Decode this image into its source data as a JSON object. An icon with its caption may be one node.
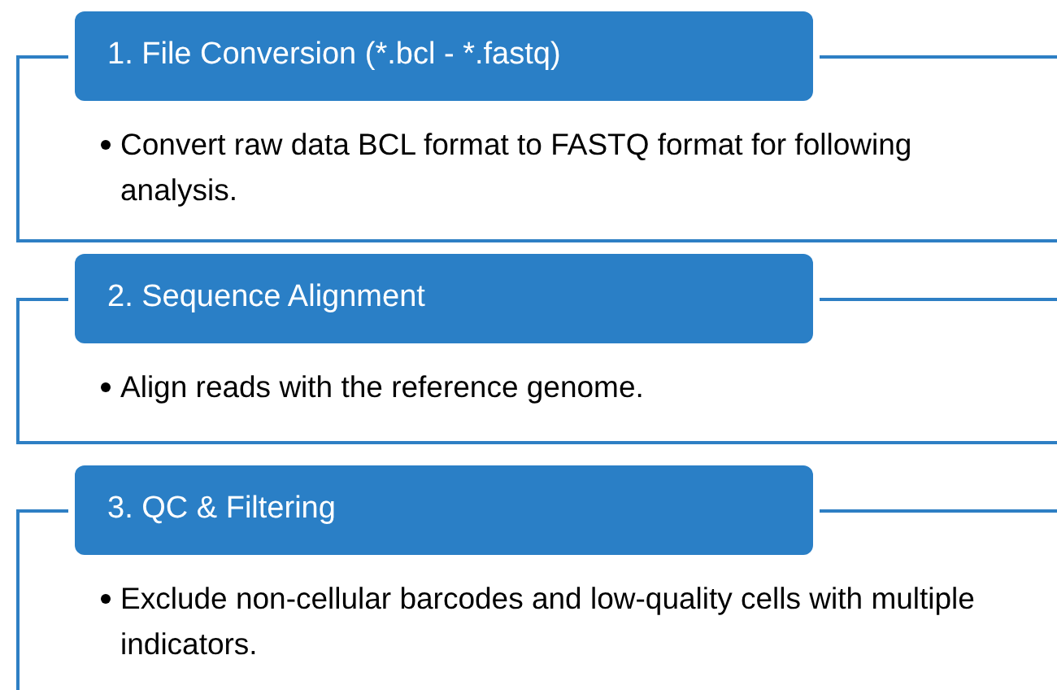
{
  "diagram": {
    "nodes": [
      {
        "text": [
          "1. File Conversion (*.bcl - *.fastq)",
          "Convert raw data BCL format to FASTQ format for following analysis."
        ]
      },
      {
        "text": [
          "2. Sequence Alignment",
          "Align reads with the reference genome."
        ]
      },
      {
        "text": [
          "3. QC & Filtering",
          "Exclude non-cellular barcodes and low-quality cells with multiple indicators."
        ]
      }
    ]
  }
}
